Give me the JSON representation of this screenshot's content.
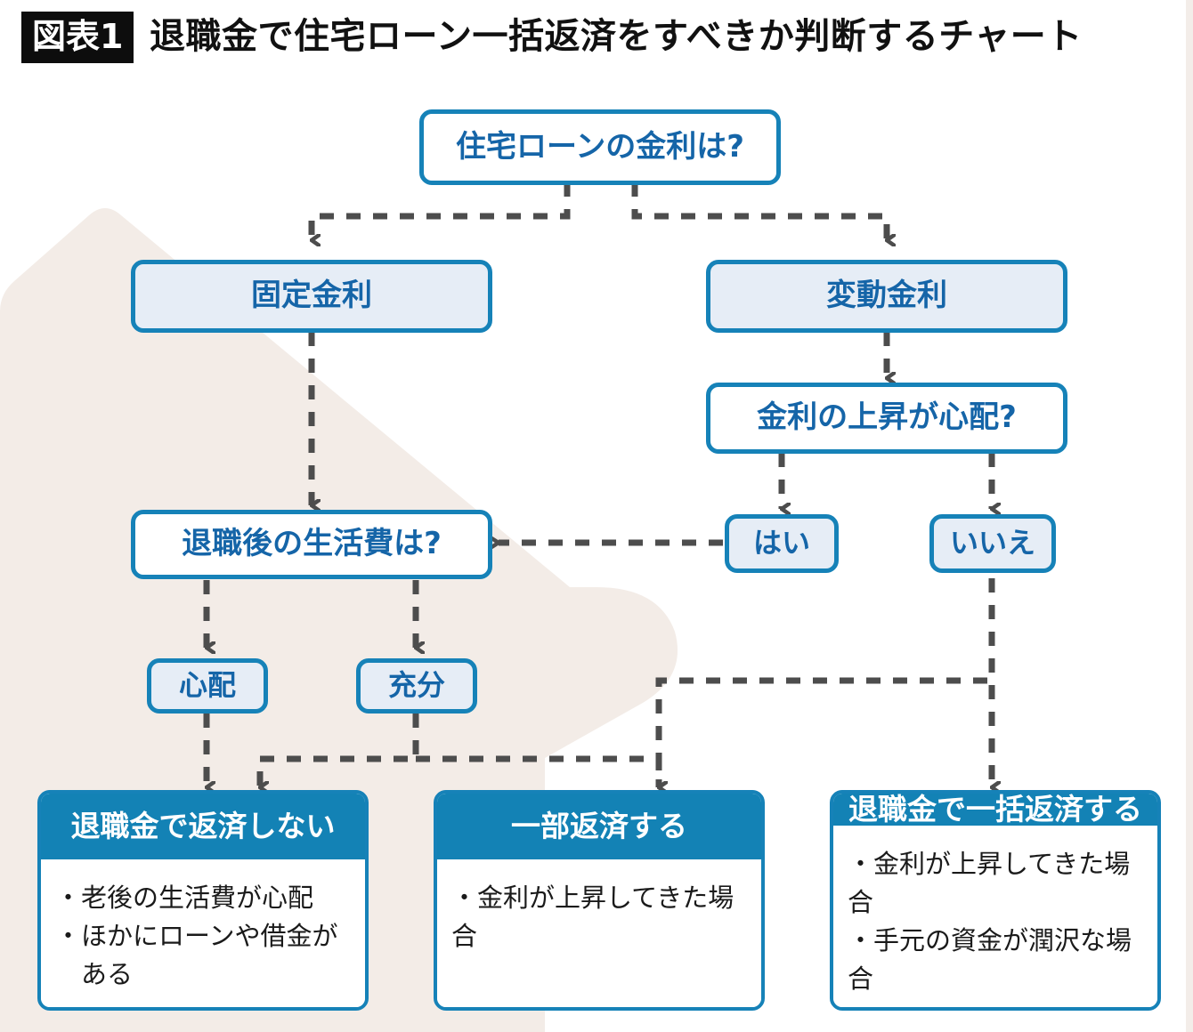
{
  "header": {
    "badge": "図表1",
    "title": "退職金で住宅ローン一括返済をすべきか判断するチャート"
  },
  "colors": {
    "node_border": "#1682b8",
    "node_text": "#1565a8",
    "node_tint_fill": "#e6edf6",
    "card_header_bg": "#1382b5",
    "connector": "#4d4d4d",
    "background_accent": "#f3ece7"
  },
  "nodes": {
    "root": {
      "label": "住宅ローンの金利は?"
    },
    "fixed_rate": {
      "label": "固定金利"
    },
    "variable_rate": {
      "label": "変動金利"
    },
    "rate_rise_worry": {
      "label": "金利の上昇が心配?"
    },
    "yes": {
      "label": "はい"
    },
    "no": {
      "label": "いいえ"
    },
    "living_cost": {
      "label": "退職後の生活費は?"
    },
    "worried": {
      "label": "心配"
    },
    "sufficient": {
      "label": "充分"
    }
  },
  "results": [
    {
      "title": "退職金で返済しない",
      "bullets": [
        "・老後の生活費が心配",
        "・ほかにローンや借金が\n　ある"
      ]
    },
    {
      "title": "一部返済する",
      "bullets": [
        "・金利が上昇してきた場合"
      ]
    },
    {
      "title": "退職金で一括返済する",
      "bullets": [
        "・金利が上昇してきた場合",
        "・手元の資金が潤沢な場合"
      ]
    }
  ],
  "chart_data": {
    "type": "table",
    "title": "退職金で住宅ローン一括返済をすべきか判断するチャート",
    "flow_edges": [
      {
        "from": "住宅ローンの金利は?",
        "to": "固定金利"
      },
      {
        "from": "住宅ローンの金利は?",
        "to": "変動金利"
      },
      {
        "from": "固定金利",
        "to": "退職後の生活費は?"
      },
      {
        "from": "変動金利",
        "to": "金利の上昇が心配?"
      },
      {
        "from": "金利の上昇が心配?",
        "to": "はい"
      },
      {
        "from": "金利の上昇が心配?",
        "to": "いいえ"
      },
      {
        "from": "はい",
        "to": "退職後の生活費は?"
      },
      {
        "from": "退職後の生活費は?",
        "to": "心配"
      },
      {
        "from": "退職後の生活費は?",
        "to": "充分"
      },
      {
        "from": "心配",
        "to": "退職金で返済しない"
      },
      {
        "from": "充分",
        "to": "退職金で返済しない"
      },
      {
        "from": "いいえ",
        "to": "一部返済する"
      },
      {
        "from": "いいえ",
        "to": "退職金で一括返済する"
      }
    ]
  }
}
